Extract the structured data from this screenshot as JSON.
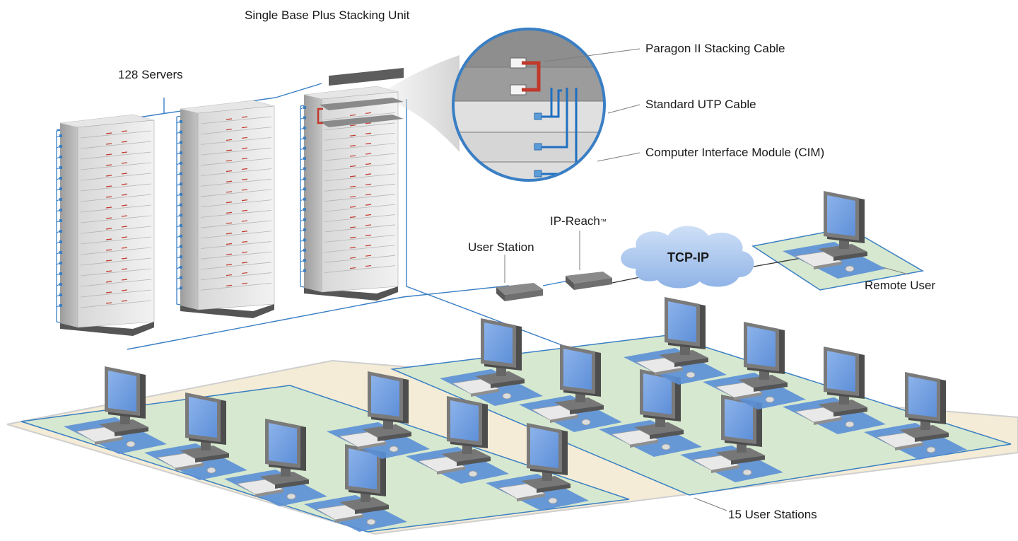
{
  "labels": {
    "stacking_unit": "Single Base Plus Stacking Unit",
    "servers": "128 Servers",
    "stacking_cable": "Paragon II Stacking Cable",
    "utp_cable": "Standard UTP Cable",
    "cim": "Computer Interface Module (CIM)",
    "ip_reach": "IP-Reach",
    "ip_reach_tm": "™",
    "user_station": "User Station",
    "tcp_ip": "TCP-IP",
    "remote_user": "Remote User",
    "user_stations": "15 User Stations"
  },
  "colors": {
    "cable_blue": "#3a7fc4",
    "stacking_red": "#c0392b",
    "floor_green": "#d6e8cf",
    "floor_cream": "#f4ecd6",
    "mat_blue": "#5b8fd6",
    "screen_blue": "#6f9ee0",
    "cloud_blue": "#a9c6ee"
  },
  "icons": [
    "server-rack-icon",
    "kvm-switch-icon",
    "monitor-icon",
    "keyboard-icon",
    "mouse-icon",
    "cloud-icon",
    "user-station-unit-icon",
    "ip-reach-unit-icon",
    "zoom-magnifier-icon"
  ]
}
